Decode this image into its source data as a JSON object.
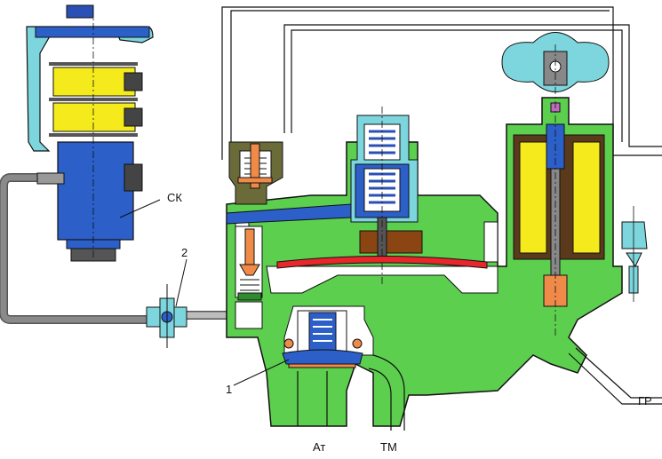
{
  "labels": {
    "sk": "СК",
    "valve_2": "2",
    "valve_1": "1",
    "at": "Ат",
    "tm": "ТМ",
    "gr": "ГР"
  },
  "colors": {
    "body": "#5dcf4f",
    "cap": "#7dd6dd",
    "magnet_coil": "#f4ea1c",
    "magnet_body": "#2c5fc8",
    "diaphragm": "#e8262b",
    "seat_brown": "#8b4513",
    "valve_orange": "#ef8a48",
    "spring_blue": "#2a4fb5",
    "pipe_gray": "#8a8a8a"
  }
}
